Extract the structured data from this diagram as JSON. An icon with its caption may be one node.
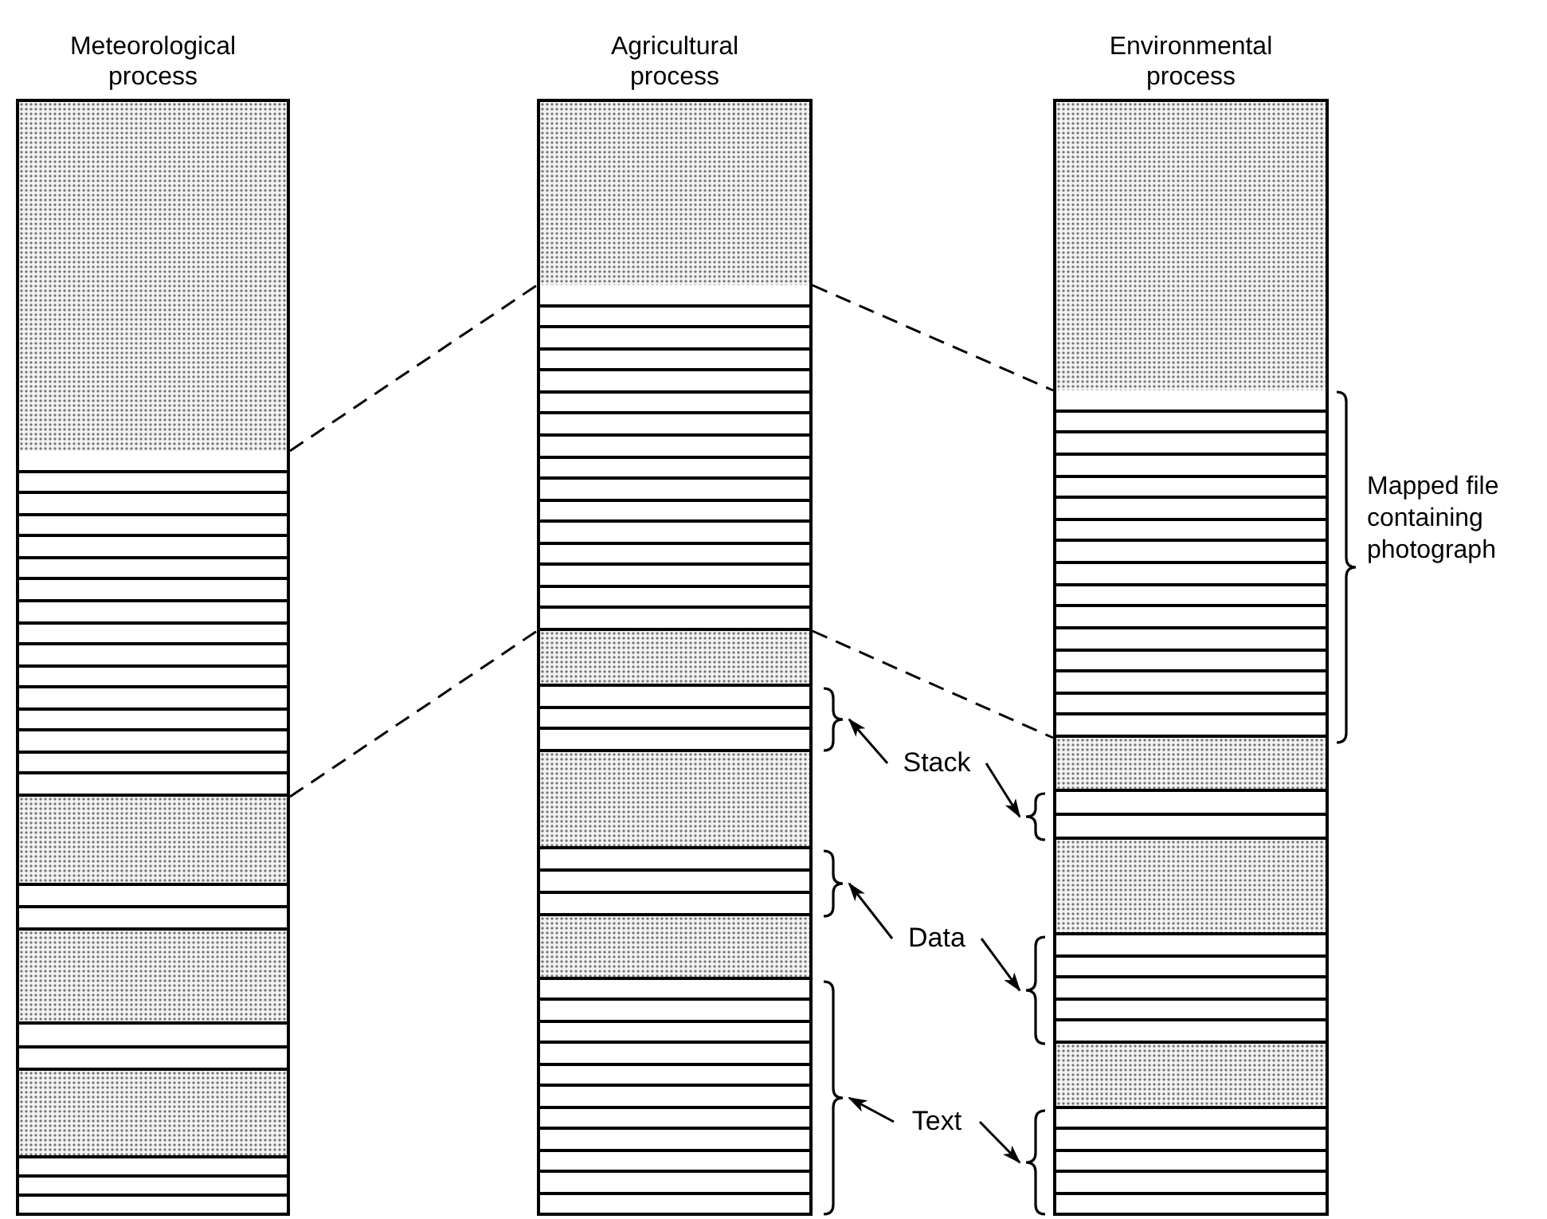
{
  "diagram": {
    "nodes": [
      {
        "text": [
          "Meteorological process"
        ]
      },
      {
        "text": [],
        "shape": "box",
        "in": 0
      },
      {
        "text": [],
        "shape": "box",
        "in": 0
      },
      {
        "text": [],
        "shape": "box",
        "in": 0
      },
      {
        "text": [],
        "shape": "box",
        "in": 0
      },
      {
        "text": [],
        "shape": "box",
        "in": 0
      },
      {
        "text": [],
        "shape": "box",
        "in": 0
      },
      {
        "text": [],
        "shape": "box",
        "in": 0
      },
      {
        "text": [],
        "shape": "box",
        "in": 0
      },
      {
        "text": [
          "Agricultural process"
        ]
      },
      {
        "text": [],
        "shape": "box",
        "in": 9
      },
      {
        "text": [],
        "shape": "box",
        "in": 9
      },
      {
        "text": [],
        "shape": "box",
        "in": 9
      },
      {
        "text": [],
        "shape": "box",
        "in": 9
      },
      {
        "text": [],
        "shape": "box",
        "in": 9
      },
      {
        "text": [],
        "shape": "box",
        "in": 9
      },
      {
        "text": [],
        "shape": "box",
        "in": 9
      },
      {
        "text": [],
        "shape": "box",
        "in": 9
      },
      {
        "text": [
          "Environmental process"
        ]
      },
      {
        "text": [],
        "shape": "box",
        "in": 18
      },
      {
        "text": [],
        "shape": "box",
        "in": 18
      },
      {
        "text": [],
        "shape": "box",
        "in": 18
      },
      {
        "text": [],
        "shape": "box",
        "in": 18
      },
      {
        "text": [],
        "shape": "box",
        "in": 18
      },
      {
        "text": [],
        "shape": "box",
        "in": 18
      },
      {
        "text": [],
        "shape": "box",
        "in": 18
      },
      {
        "text": [],
        "shape": "box",
        "in": 18
      },
      {
        "text": [
          "Stack"
        ]
      },
      {
        "text": [
          "Data"
        ]
      },
      {
        "text": [
          "Text"
        ]
      },
      {
        "text": [],
        "shape": "brace"
      },
      {
        "text": [],
        "shape": "brace"
      },
      {
        "text": [],
        "shape": "brace"
      },
      {
        "text": [],
        "shape": "brace"
      },
      {
        "text": [],
        "shape": "brace"
      },
      {
        "text": [],
        "shape": "brace"
      }
    ],
    "edges": [
      {
        "from": 2,
        "to": 11,
        "arrow": "none",
        "style": "dashed"
      },
      {
        "from": 2,
        "to": 11,
        "arrow": "none",
        "style": "dashed"
      },
      {
        "from": 11,
        "to": 20,
        "arrow": "none",
        "style": "dashed"
      },
      {
        "from": 11,
        "to": 20,
        "arrow": "none",
        "style": "dashed"
      },
      {
        "from": 27,
        "to": 30,
        "arrow": "to"
      },
      {
        "from": 27,
        "to": 33,
        "arrow": "to"
      },
      {
        "from": 28,
        "to": 31,
        "arrow": "to"
      },
      {
        "from": 28,
        "to": 34,
        "arrow": "to"
      },
      {
        "from": 29,
        "to": 32,
        "arrow": "to"
      },
      {
        "from": 29,
        "to": 35,
        "arrow": "to"
      }
    ],
    "labels": [
      "Mapped file containing photograph"
    ]
  }
}
